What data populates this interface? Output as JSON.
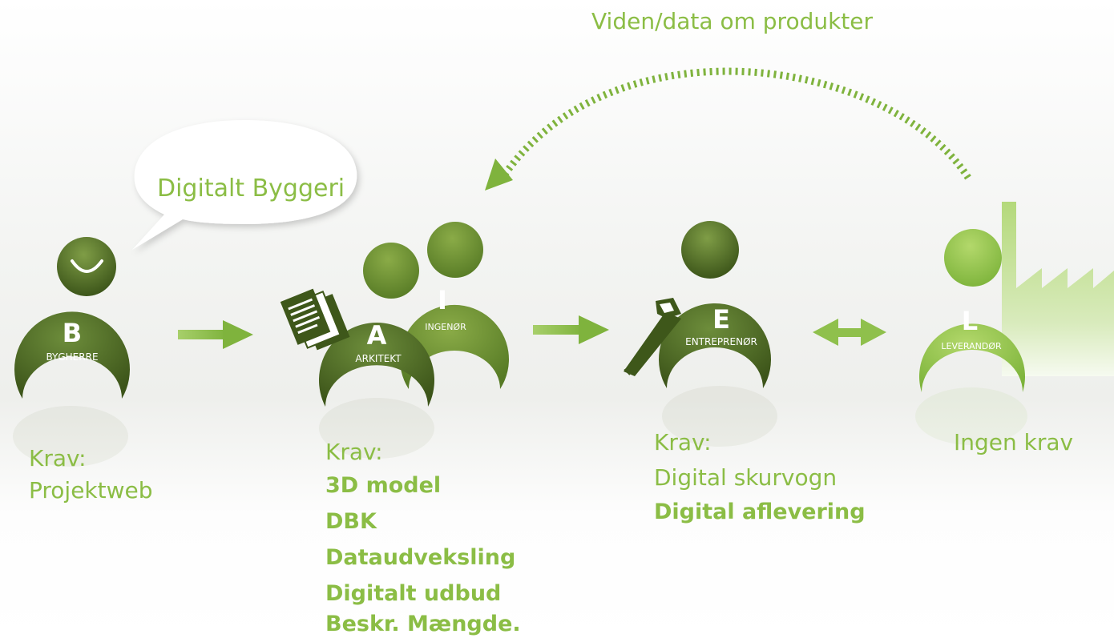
{
  "top_label": "Viden/data om produkter",
  "speech_bubble": "Digitalt Byggeri",
  "actors": [
    {
      "letter": "B",
      "role": "BYGHERRE"
    },
    {
      "letter": "I",
      "role": "INGENØR"
    },
    {
      "letter": "A",
      "role": "ARKITEKT"
    },
    {
      "letter": "E",
      "role": "ENTREPRENØR"
    },
    {
      "letter": "L",
      "role": "LEVERANDØR"
    }
  ],
  "requirements": {
    "bygherre": {
      "heading": "Krav:",
      "items": [
        "Projektweb"
      ]
    },
    "arkitekt": {
      "heading": "Krav:",
      "items": [
        "3D model",
        "DBK",
        "Dataudveksling",
        "Digitalt udbud",
        "Beskr. Mængde."
      ]
    },
    "entreprenor": {
      "heading": "Krav:",
      "items": [
        "Digital skurvogn",
        "Digital aflevering"
      ]
    },
    "leverandor": {
      "heading": "Ingen krav",
      "items": []
    }
  },
  "colors": {
    "dark_green": "#4e6b26",
    "mid_green": "#6b8c30",
    "light_green": "#8bc34a",
    "text_green": "#8bbd45",
    "arrow_green": "#8fc04c"
  },
  "icons": [
    "documents-icon",
    "saw-icon",
    "factory-icon"
  ]
}
